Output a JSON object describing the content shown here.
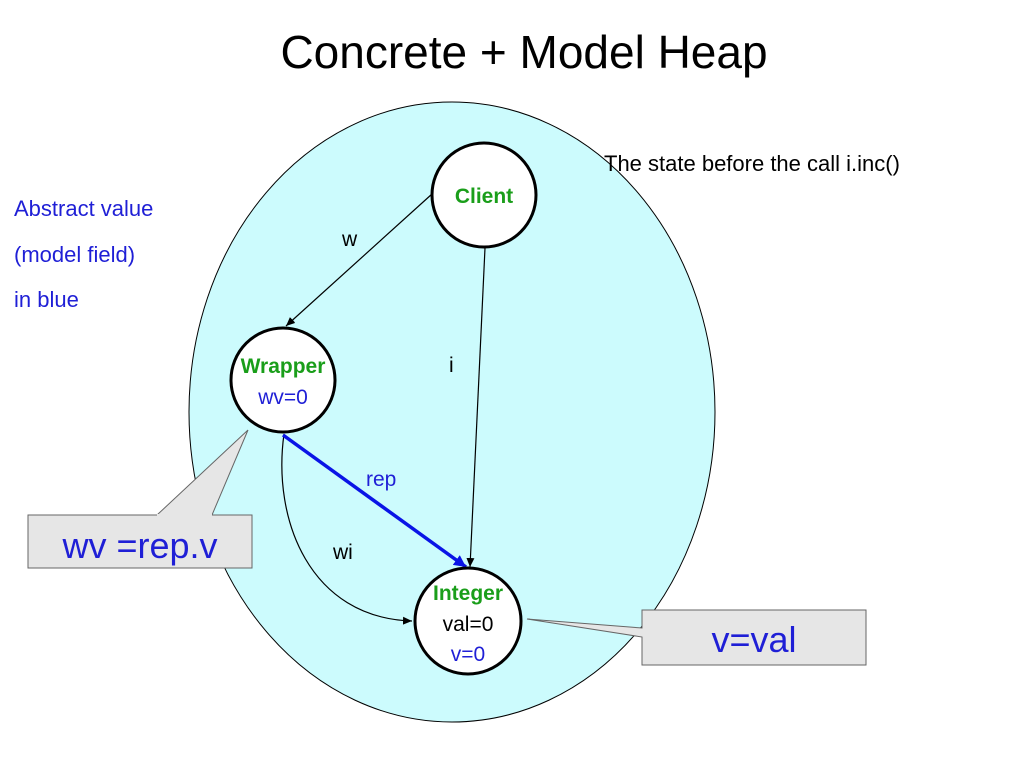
{
  "title": "Concrete + Model Heap",
  "note": "The state before the call i.inc()",
  "legend": {
    "line1": "Abstract value",
    "line2": "(model field)",
    "line3": "in blue"
  },
  "nodes": {
    "client": {
      "name": "Client"
    },
    "wrapper": {
      "name": "Wrapper",
      "field": "wv=0"
    },
    "integer": {
      "name": "Integer",
      "field": "val=0",
      "model": "v=0"
    }
  },
  "edges": {
    "w": "w",
    "i": "i",
    "rep": "rep",
    "wi": "wi"
  },
  "callouts": {
    "wrapper": "wv =rep.v",
    "integer": "v=val"
  },
  "colors": {
    "heap_fill": "#ccfbfd",
    "model_blue": "#1f1fd6",
    "class_green": "#1a9e1a",
    "rep_edge": "#0a14e6",
    "callout_fill": "#e6e6e6"
  }
}
